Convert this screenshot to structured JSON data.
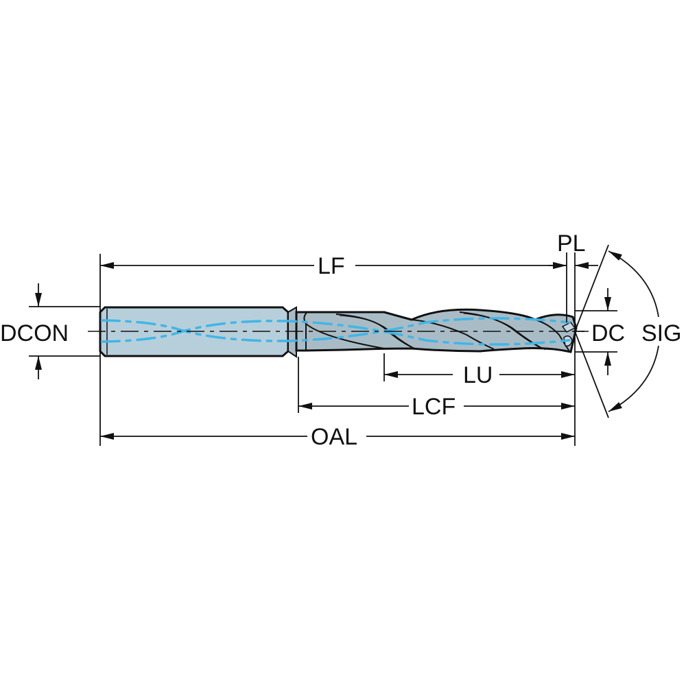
{
  "diagram": {
    "subject": "Solid carbide twist drill with internal coolant",
    "colors": {
      "body_fill": "#b7cfda",
      "flute_fill": "#a9bcc6",
      "coolant": "#3fb6e8",
      "outline": "#111111",
      "background": "#ffffff"
    },
    "dimensions": {
      "lf": "LF",
      "pl": "PL",
      "dcon": "DCON",
      "dc": "DC",
      "sig": "SIG",
      "lu": "LU",
      "lcf": "LCF",
      "oal": "OAL"
    }
  }
}
